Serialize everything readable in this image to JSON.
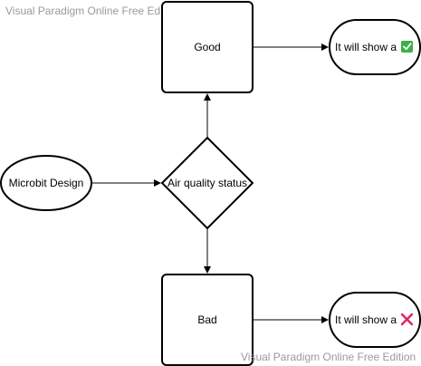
{
  "watermark": {
    "top": "Visual Paradigm Online Free Edition",
    "bottom": "Visual Paradigm Online Free Edition"
  },
  "nodes": {
    "start": {
      "label": "Microbit Design",
      "shape": "ellipse"
    },
    "decision": {
      "label": "Air quality status",
      "shape": "diamond"
    },
    "good": {
      "label": "Good",
      "shape": "rounded-rectangle"
    },
    "bad": {
      "label": "Bad",
      "shape": "rounded-rectangle"
    },
    "good_result": {
      "label": "It will show a",
      "icon": "check-mark-icon",
      "icon_color": "#3cb043"
    },
    "bad_result": {
      "label": "It will show a",
      "icon": "cross-mark-icon",
      "icon_color": "#e0245e"
    }
  },
  "edges": [
    {
      "from": "start",
      "to": "decision"
    },
    {
      "from": "decision",
      "to": "good"
    },
    {
      "from": "decision",
      "to": "bad"
    },
    {
      "from": "good",
      "to": "good_result"
    },
    {
      "from": "bad",
      "to": "bad_result"
    }
  ],
  "colors": {
    "stroke": "#000000",
    "watermark": "#9a9a9a"
  }
}
